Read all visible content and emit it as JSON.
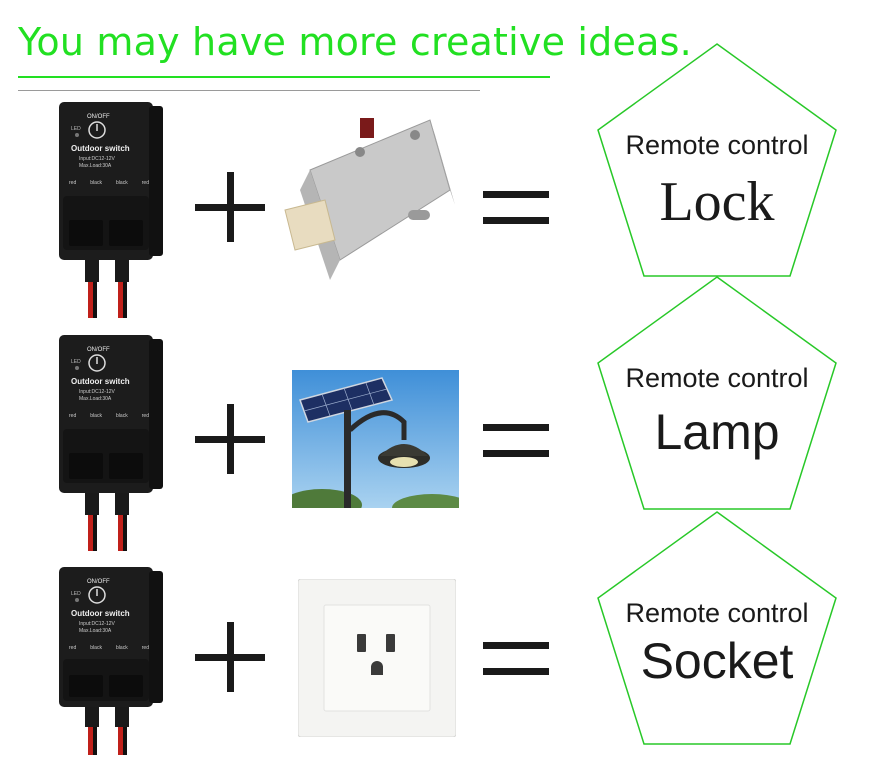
{
  "headline": "You may have more creative ideas.",
  "device": {
    "switch_label": "ON/OFF",
    "led_label": "LED",
    "title": "Outdoor switch",
    "spec_line1": "Input:DC12-12V",
    "spec_line2": "Max.Load:30A",
    "wire_labels": [
      "red",
      "black",
      "black",
      "red"
    ]
  },
  "rows": [
    {
      "item": "lock",
      "result_top": "Remote control",
      "result_big": "Lock"
    },
    {
      "item": "solar-lamp",
      "result_top": "Remote control",
      "result_big": "Lamp"
    },
    {
      "item": "wall-socket",
      "result_top": "Remote control",
      "result_big": "Socket"
    }
  ],
  "colors": {
    "accent_green": "#22e022",
    "device_black": "#1c1c1c"
  }
}
